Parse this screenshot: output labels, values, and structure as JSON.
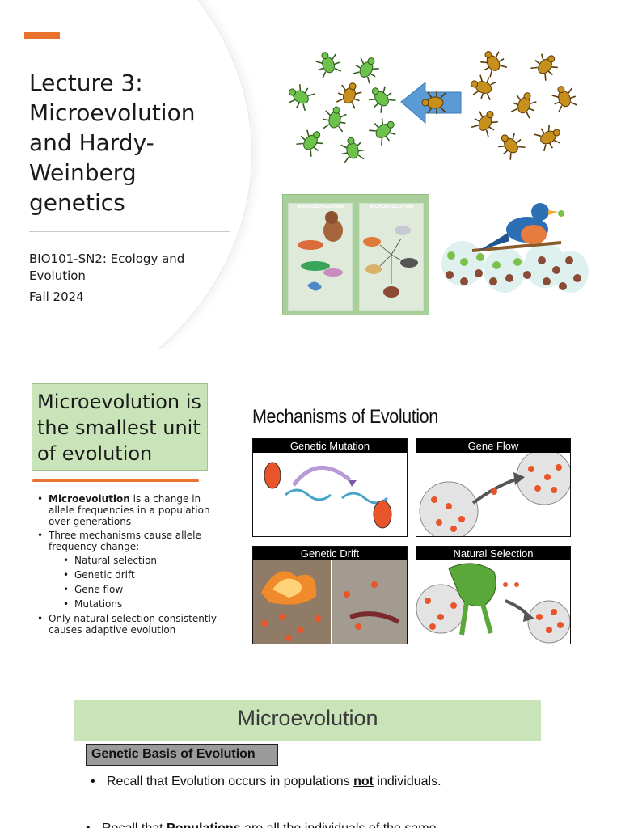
{
  "slide1": {
    "title": "Lecture 3: Microevolution and Hardy-Weinberg genetics",
    "course": "BIO101-SN2: Ecology and Evolution",
    "term": "Fall 2024",
    "macro_label": "MACROEVOLUTION",
    "micro_label": "MICROEVOLUTION"
  },
  "slide2": {
    "title": "Microevolution is the smallest unit of evolution",
    "bullet1_bold": "Microevolution",
    "bullet1_rest": " is a change in allele frequencies in a population over generations",
    "bullet2": "Three mechanisms cause allele frequency change:",
    "sub_bullets": [
      "Natural selection",
      "Genetic drift",
      "Gene flow",
      "Mutations"
    ],
    "bullet3": "Only natural selection consistently causes adaptive evolution",
    "figure_title": "Mechanisms of Evolution",
    "panels": {
      "mutation": "Genetic Mutation",
      "flow": "Gene Flow",
      "drift": "Genetic Drift",
      "selection": "Natural Selection"
    }
  },
  "slide3": {
    "title": "Microevolution",
    "subheading": "Genetic Basis of Evolution",
    "bullet1_pre": "Recall that Evolution occurs in populations ",
    "bullet1_emph": "not",
    "bullet1_post": " individuals.",
    "bullet2_pre": "Recall that ",
    "bullet2_bold": "Populations",
    "bullet2_post": " are all the individuals of the same"
  },
  "colors": {
    "accent_orange": "#e8722e",
    "title_green": "#c9e4b9",
    "beetle_green": "#6cc24a",
    "beetle_brown": "#b8860b",
    "arrow_blue": "#5b9bd5"
  }
}
